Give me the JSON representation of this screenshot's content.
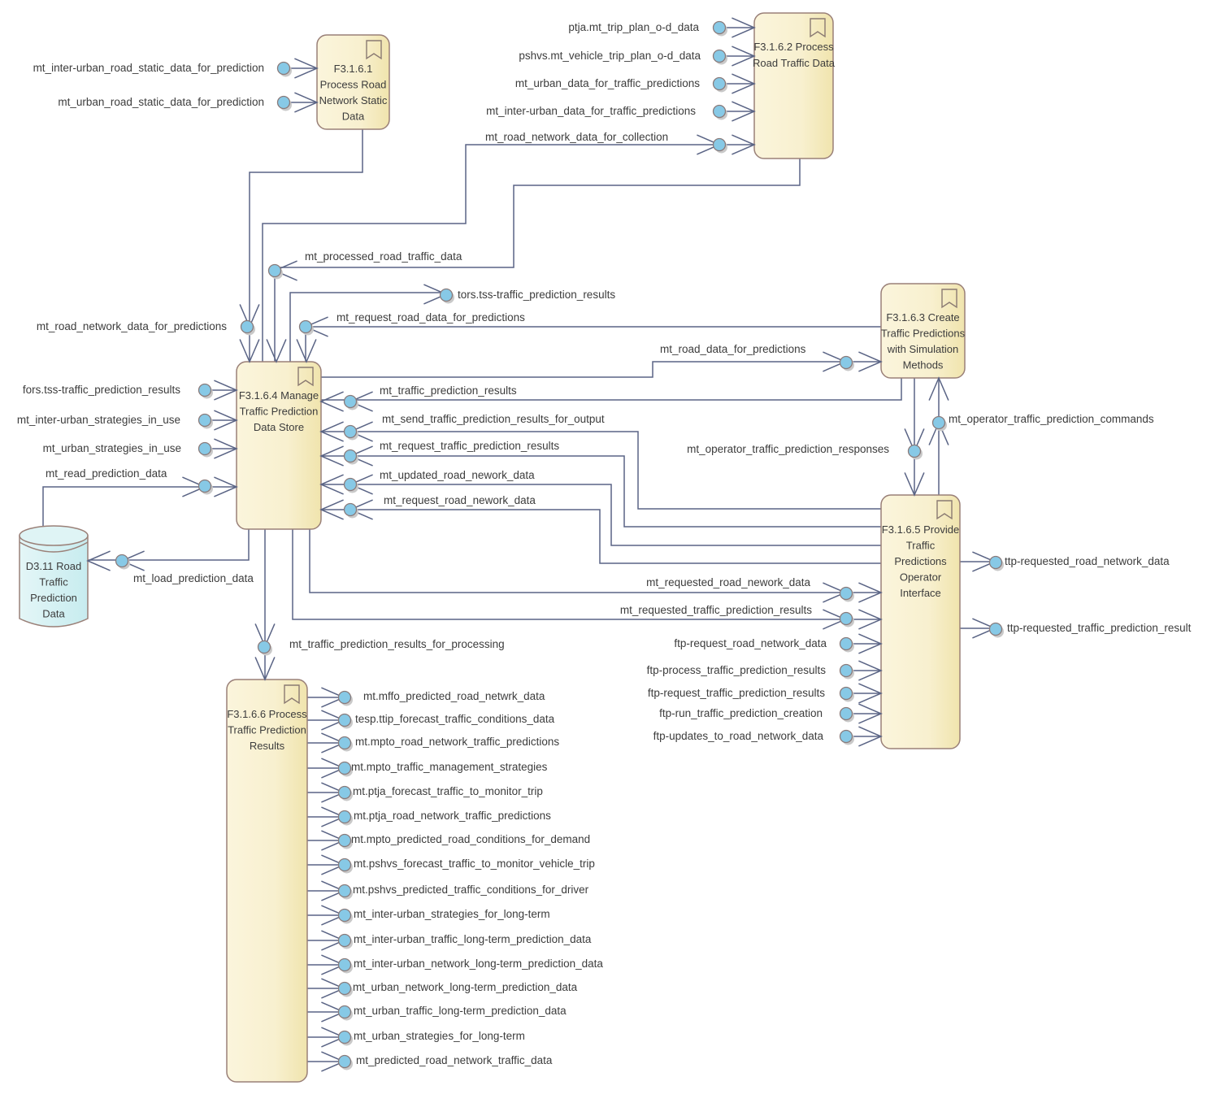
{
  "diagram": {
    "colors": {
      "process_fill_light": "#fbf5dc",
      "process_fill_dark": "#f1e6b2",
      "process_border": "#9a8078",
      "store_fill": "#d6f1f3",
      "port_fill": "#87c9e6",
      "wire": "#5a6485",
      "text": "#3c3c3c"
    },
    "processes": [
      {
        "id": "p1",
        "name": "process-f3-1-6-1",
        "lines": [
          "F3.1.6.1",
          "Process Road",
          "Network Static",
          "Data"
        ]
      },
      {
        "id": "p2",
        "name": "process-f3-1-6-2",
        "lines": [
          "F3.1.6.2 Process",
          "Road Traffic Data"
        ]
      },
      {
        "id": "p3",
        "name": "process-f3-1-6-3",
        "lines": [
          "F3.1.6.3 Create",
          "Traffic Predictions",
          "with Simulation",
          "Methods"
        ]
      },
      {
        "id": "p4",
        "name": "process-f3-1-6-4",
        "lines": [
          "F3.1.6.4 Manage",
          "Traffic Prediction",
          "Data Store"
        ]
      },
      {
        "id": "p5",
        "name": "process-f3-1-6-5",
        "lines": [
          "F3.1.6.5 Provide",
          "Traffic",
          "Predictions",
          "Operator",
          "Interface"
        ]
      },
      {
        "id": "p6",
        "name": "process-f3-1-6-6",
        "lines": [
          "F3.1.6.6 Process",
          "Traffic Prediction",
          "Results"
        ]
      }
    ],
    "data_store": {
      "name": "data-store-d3-11",
      "lines": [
        "D3.11 Road",
        "Traffic",
        "Prediction",
        "Data"
      ]
    },
    "flows": {
      "f_ius": "mt_inter-urban_road_static_data_for_prediction",
      "f_us": "mt_urban_road_static_data_for_prediction",
      "f_ptja": "ptja.mt_trip_plan_o-d_data",
      "f_pshvs": "pshvs.mt_vehicle_trip_plan_o-d_data",
      "f_udtp": "mt_urban_data_for_traffic_predictions",
      "f_iudtp": "mt_inter-urban_data_for_traffic_predictions",
      "f_rndc": "mt_road_network_data_for_collection",
      "f_prtd": "mt_processed_road_traffic_data",
      "f_tors": "tors.tss-traffic_prediction_results",
      "f_rndp": "mt_road_network_data_for_predictions",
      "f_rrdp": "mt_request_road_data_for_predictions",
      "f_rdp": "mt_road_data_for_predictions",
      "f_fors": "fors.tss-traffic_prediction_results",
      "f_tpr": "mt_traffic_prediction_results",
      "f_iusu": "mt_inter-urban_strategies_in_use",
      "f_stpro": "mt_send_traffic_prediction_results_for_output",
      "f_usu": "mt_urban_strategies_in_use",
      "f_rtpr": "mt_request_traffic_prediction_results",
      "f_otpc": "mt_operator_traffic_prediction_commands",
      "f_otpr": "mt_operator_traffic_prediction_responses",
      "f_rpd": "mt_read_prediction_data",
      "f_urnd": "mt_updated_road_nework_data",
      "f_rrnd": "mt_request_road_nework_data",
      "f_lpd": "mt_load_prediction_data",
      "f_ttp_rrnd": "ttp-requested_road_network_data",
      "f_reqrnd": "mt_requested_road_nework_data",
      "f_reqtpr": "mt_requested_traffic_prediction_results",
      "f_ttp_rtpr": "ttp-requested_traffic_prediction_result",
      "f_tprp": "mt_traffic_prediction_results_for_processing",
      "f_ftp1": "ftp-request_road_network_data",
      "f_ftp2": "ftp-process_traffic_prediction_results",
      "f_ftp3": "ftp-request_traffic_prediction_results",
      "f_ftp4": "ftp-run_traffic_prediction_creation",
      "f_ftp5": "ftp-updates_to_road_network_data"
    },
    "outputs_f3_1_6_6": [
      "mt.mffo_predicted_road_netwrk_data",
      "tesp.ttip_forecast_traffic_conditions_data",
      "mt.mpto_road_network_traffic_predictions",
      "mt.mpto_traffic_management_strategies",
      "mt.ptja_forecast_traffic_to_monitor_trip",
      "mt.ptja_road_network_traffic_predictions",
      "mt.mpto_predicted_road_conditions_for_demand",
      "mt.pshvs_forecast_traffic_to_monitor_vehicle_trip",
      "mt.pshvs_predicted_traffic_conditions_for_driver",
      "mt_inter-urban_strategies_for_long-term",
      "mt_inter-urban_traffic_long-term_prediction_data",
      "mt_inter-urban_network_long-term_prediction_data",
      "mt_urban_network_long-term_prediction_data",
      "mt_urban_traffic_long-term_prediction_data",
      "mt_urban_strategies_for_long-term",
      "mt_predicted_road_network_traffic_data"
    ]
  }
}
